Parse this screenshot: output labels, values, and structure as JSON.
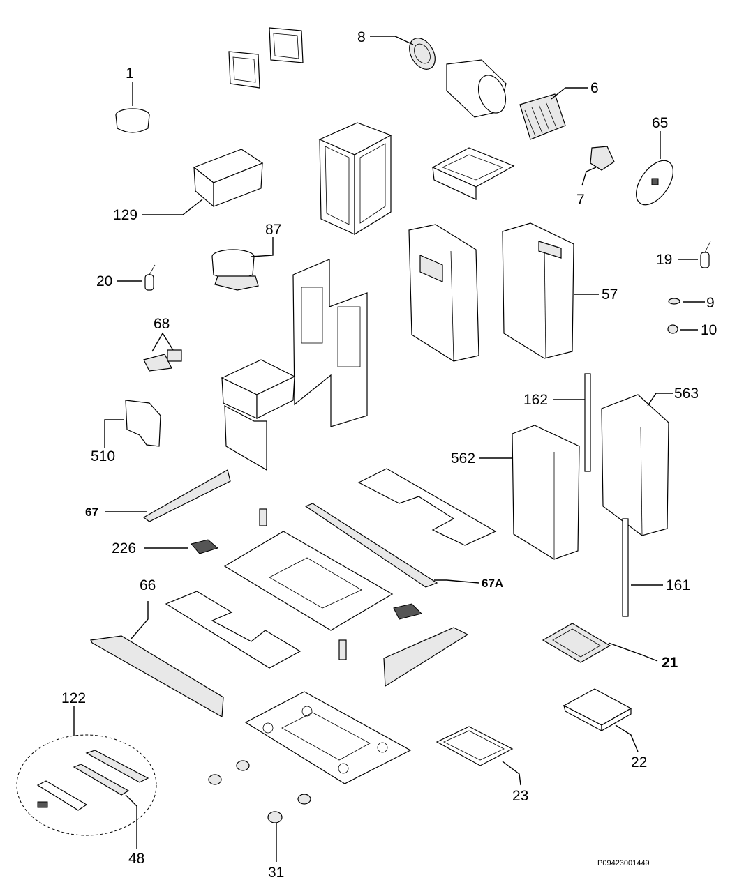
{
  "diagram": {
    "title": "",
    "reference_code": "P09423001449",
    "callouts": [
      {
        "id": "1",
        "label": "1"
      },
      {
        "id": "8",
        "label": "8"
      },
      {
        "id": "6",
        "label": "6"
      },
      {
        "id": "65",
        "label": "65"
      },
      {
        "id": "7",
        "label": "7"
      },
      {
        "id": "129",
        "label": "129"
      },
      {
        "id": "87",
        "label": "87"
      },
      {
        "id": "20",
        "label": "20"
      },
      {
        "id": "19",
        "label": "19"
      },
      {
        "id": "57",
        "label": "57"
      },
      {
        "id": "9",
        "label": "9"
      },
      {
        "id": "10",
        "label": "10"
      },
      {
        "id": "68",
        "label": "68"
      },
      {
        "id": "510",
        "label": "510"
      },
      {
        "id": "162",
        "label": "162"
      },
      {
        "id": "563",
        "label": "563"
      },
      {
        "id": "562",
        "label": "562"
      },
      {
        "id": "67",
        "label": "67"
      },
      {
        "id": "226",
        "label": "226"
      },
      {
        "id": "67A",
        "label": "67A"
      },
      {
        "id": "161",
        "label": "161"
      },
      {
        "id": "66",
        "label": "66"
      },
      {
        "id": "21",
        "label": "21"
      },
      {
        "id": "122",
        "label": "122"
      },
      {
        "id": "22",
        "label": "22"
      },
      {
        "id": "23",
        "label": "23"
      },
      {
        "id": "48",
        "label": "48"
      },
      {
        "id": "31",
        "label": "31"
      }
    ]
  }
}
